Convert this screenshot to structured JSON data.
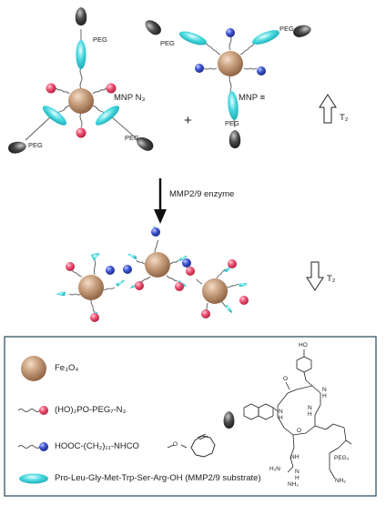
{
  "top": {
    "left_particle_label": "MNP N₃",
    "right_particle_label": "MNP ≡",
    "plus": "+",
    "peg": "PEG",
    "t2_up": "T₂"
  },
  "middle": {
    "enzyme_label": "MMP2/9 enzyme",
    "t2_down": "T₂"
  },
  "legend": {
    "fe3o4": "Fe₃O₄",
    "azide_linker": "(HO)₂PO-PEG₇-N₃",
    "alkyne_linker": "HOOC-(CH₂)₁₁-NHCO",
    "substrate": "Pro-Leu-Gly-Met-Trp-Ser-Arg-OH (MMP2/9 substrate)"
  },
  "chem": {
    "ho": "HO",
    "o1": "O",
    "o2": "O",
    "o3": "O",
    "n1": "N",
    "n2": "N",
    "n3": "N",
    "n4": "N",
    "h1": "H",
    "h2": "H",
    "h3": "H",
    "h4": "H",
    "nh": "NH",
    "h2n": "H₂N",
    "nh2_guan": "NH₂",
    "peg3": "PEG₃",
    "nh2": "NH₂"
  },
  "colors": {
    "particle": "#b58a67",
    "azide_ball": "#e84a6a",
    "alkyne_ball": "#3a50c8",
    "substrate": "#3fd3d8",
    "cap": "#3c3c3c"
  }
}
